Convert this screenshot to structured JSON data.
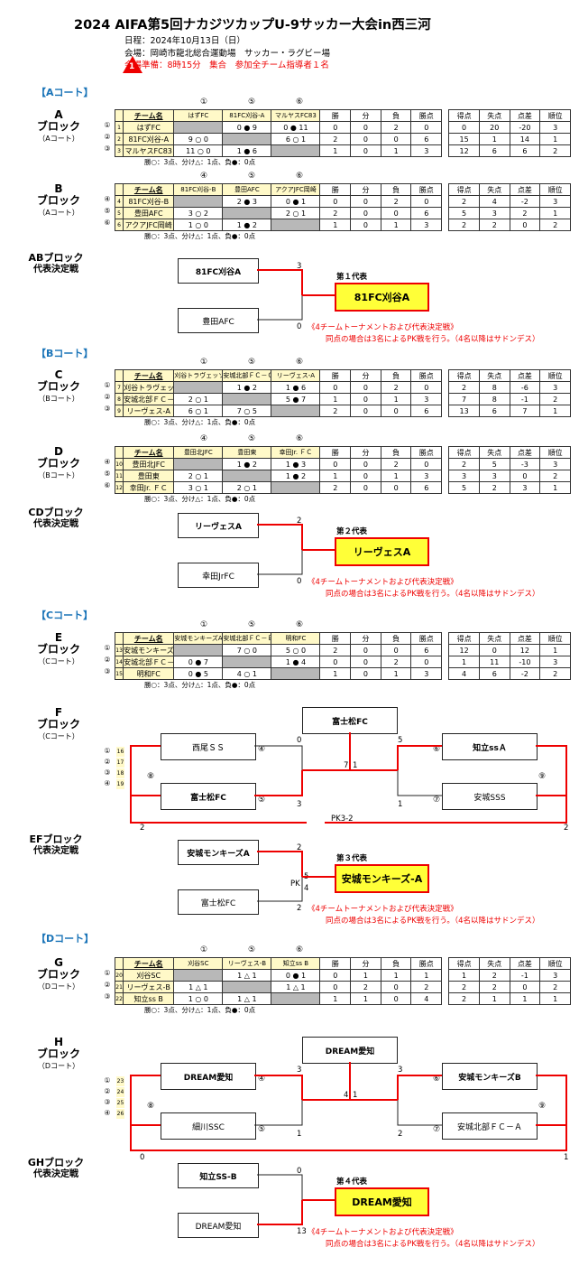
{
  "title": "2024 AIFA第5回ナカジツカップU-9サッカー大会in西三河",
  "info": {
    "date": "日程：2024年10月13日（日）",
    "venue": "会場：岡崎市龍北総合運動場　サッカー・ラグビー場",
    "assembly": "会場準備：8時15分　集合　参加全チーム指導者１名",
    "warn_num": "1"
  },
  "courts": {
    "a": "【Aコート】",
    "b": "【Bコート】",
    "c": "【Cコート】",
    "d": "【Dコート】"
  },
  "labels": {
    "block": "ブロック",
    "team_name": "チーム名",
    "win": "勝",
    "draw": "分",
    "loss": "負",
    "pts": "勝点",
    "gf": "得点",
    "ga": "失点",
    "gd": "点差",
    "rank": "順位",
    "rule": "勝○：3点、分け△：1点、負●：0点",
    "final": "代表決定戦",
    "pk_note": "《4チームトーナメントおよび代表決定戦》",
    "pk_rule": "同点の場合は3名によるPK戦を行う。（4名以降はサドンデス）",
    "pk": "PK",
    "pk32": "PK3-2"
  },
  "circ": [
    "①",
    "②",
    "③",
    "④",
    "⑤",
    "⑥",
    "⑦",
    "⑧",
    "⑨"
  ],
  "blocks": {
    "A": {
      "letter": "A",
      "court": "（Aコート）",
      "hdr": [
        "はずFC",
        "81FC刈谷-A",
        "マルヤスFC83"
      ],
      "rows": [
        {
          "c": "①",
          "n": "1",
          "team": "はずFC",
          "m": [
            "",
            "0 ● 9",
            "0 ● 11"
          ],
          "s": [
            "0",
            "0",
            "2",
            "0",
            "0",
            "20",
            "-20",
            "3"
          ]
        },
        {
          "c": "②",
          "n": "2",
          "team": "81FC刈谷-A",
          "m": [
            "9 ○ 0",
            "",
            "6 ○ 1"
          ],
          "s": [
            "2",
            "0",
            "0",
            "6",
            "15",
            "1",
            "14",
            "1"
          ]
        },
        {
          "c": "③",
          "n": "3",
          "team": "マルヤスFC83",
          "m": [
            "11 ○ 0",
            "1 ● 6",
            ""
          ],
          "s": [
            "1",
            "0",
            "1",
            "3",
            "12",
            "6",
            "6",
            "2"
          ]
        }
      ]
    },
    "B": {
      "letter": "B",
      "court": "（Aコート）",
      "hdr": [
        "81FC刈谷-B",
        "豊田AFC",
        "アクアJFC岡崎"
      ],
      "rows": [
        {
          "c": "④",
          "n": "4",
          "team": "81FC刈谷-B",
          "m": [
            "",
            "2 ● 3",
            "0 ● 1"
          ],
          "s": [
            "0",
            "0",
            "2",
            "0",
            "2",
            "4",
            "-2",
            "3"
          ]
        },
        {
          "c": "⑤",
          "n": "5",
          "team": "豊田AFC",
          "m": [
            "3 ○ 2",
            "",
            "2 ○ 1"
          ],
          "s": [
            "2",
            "0",
            "0",
            "6",
            "5",
            "3",
            "2",
            "1"
          ]
        },
        {
          "c": "⑥",
          "n": "6",
          "team": "アクアJFC岡崎",
          "m": [
            "1 ○ 0",
            "1 ● 2",
            ""
          ],
          "s": [
            "1",
            "0",
            "1",
            "3",
            "2",
            "2",
            "0",
            "2"
          ]
        }
      ]
    },
    "C": {
      "letter": "C",
      "court": "（Bコート）",
      "hdr": [
        "刈谷トラヴェッソ",
        "安城北部ＦＣ－Ｃ",
        "リーヴェス-A"
      ],
      "rows": [
        {
          "c": "①",
          "n": "7",
          "team": "刈谷トラヴェッソ",
          "m": [
            "",
            "1 ● 2",
            "1 ● 6"
          ],
          "s": [
            "0",
            "0",
            "2",
            "0",
            "2",
            "8",
            "-6",
            "3"
          ]
        },
        {
          "c": "②",
          "n": "8",
          "team": "安城北部ＦＣ－Ｃ",
          "m": [
            "2 ○ 1",
            "",
            "5 ● 7"
          ],
          "s": [
            "1",
            "0",
            "1",
            "3",
            "7",
            "8",
            "-1",
            "2"
          ]
        },
        {
          "c": "③",
          "n": "9",
          "team": "リーヴェス-A",
          "m": [
            "6 ○ 1",
            "7 ○ 5",
            ""
          ],
          "s": [
            "2",
            "0",
            "0",
            "6",
            "13",
            "6",
            "7",
            "1"
          ]
        }
      ]
    },
    "D": {
      "letter": "D",
      "court": "（Bコート）",
      "hdr": [
        "豊田北JFC",
        "豊田東",
        "幸田Jr. ＦＣ"
      ],
      "rows": [
        {
          "c": "④",
          "n": "10",
          "team": "豊田北JFC",
          "m": [
            "",
            "1 ● 2",
            "1 ● 3"
          ],
          "s": [
            "0",
            "0",
            "2",
            "0",
            "2",
            "5",
            "-3",
            "3"
          ]
        },
        {
          "c": "⑤",
          "n": "11",
          "team": "豊田東",
          "m": [
            "2 ○ 1",
            "",
            "1 ● 2"
          ],
          "s": [
            "1",
            "0",
            "1",
            "3",
            "3",
            "3",
            "0",
            "2"
          ]
        },
        {
          "c": "⑥",
          "n": "12",
          "team": "幸田Jr. ＦＣ",
          "m": [
            "3 ○ 1",
            "2 ○ 1",
            ""
          ],
          "s": [
            "2",
            "0",
            "0",
            "6",
            "5",
            "2",
            "3",
            "1"
          ]
        }
      ]
    },
    "E": {
      "letter": "E",
      "court": "（Cコート）",
      "hdr": [
        "安城モンキーズA",
        "安城北部ＦＣ－Ｂ",
        "明和FC"
      ],
      "rows": [
        {
          "c": "①",
          "n": "13",
          "team": "安城モンキーズA",
          "m": [
            "",
            "7 ○ 0",
            "5 ○ 0"
          ],
          "s": [
            "2",
            "0",
            "0",
            "6",
            "12",
            "0",
            "12",
            "1"
          ]
        },
        {
          "c": "②",
          "n": "14",
          "team": "安城北部ＦＣ－Ｂ",
          "m": [
            "0 ● 7",
            "",
            "1 ● 4"
          ],
          "s": [
            "0",
            "0",
            "2",
            "0",
            "1",
            "11",
            "-10",
            "3"
          ]
        },
        {
          "c": "③",
          "n": "15",
          "team": "明和FC",
          "m": [
            "0 ● 5",
            "4 ○ 1",
            ""
          ],
          "s": [
            "1",
            "0",
            "1",
            "3",
            "4",
            "6",
            "-2",
            "2"
          ]
        }
      ]
    },
    "G": {
      "letter": "G",
      "court": "（Dコート）",
      "hdr": [
        "刈谷SC",
        "リーヴェス-B",
        "知立ss B"
      ],
      "rows": [
        {
          "c": "①",
          "n": "20",
          "team": "刈谷SC",
          "m": [
            "",
            "1 △ 1",
            "0 ● 1"
          ],
          "s": [
            "0",
            "1",
            "1",
            "1",
            "1",
            "2",
            "-1",
            "3"
          ]
        },
        {
          "c": "②",
          "n": "21",
          "team": "リーヴェス-B",
          "m": [
            "1 △ 1",
            "",
            "1 △ 1"
          ],
          "s": [
            "0",
            "2",
            "0",
            "2",
            "2",
            "2",
            "0",
            "2"
          ]
        },
        {
          "c": "③",
          "n": "22",
          "team": "知立ss B",
          "m": [
            "1 ○ 0",
            "1 △ 1",
            ""
          ],
          "s": [
            "1",
            "1",
            "0",
            "4",
            "2",
            "1",
            "1",
            "1"
          ]
        }
      ]
    }
  },
  "finals": {
    "AB": {
      "name": "ABブロック",
      "top": "81FC刈谷A",
      "bot": "豊田AFC",
      "st": "3",
      "sb": "0",
      "rep": "第１代表",
      "win": "81FC刈谷A"
    },
    "CD": {
      "name": "CDブロック",
      "top": "リーヴェスA",
      "bot": "幸田JrFC",
      "st": "2",
      "sb": "0",
      "rep": "第２代表",
      "win": "リーヴェスA"
    },
    "EF": {
      "name": "EFブロック",
      "top": "安城モンキーズA",
      "bot": "富士松FC",
      "st": "2",
      "sb": "2",
      "pkt": "5",
      "pkb": "4",
      "rep": "第３代表",
      "win": "安城モンキーズ-A"
    },
    "GH": {
      "name": "GHブロック",
      "top": "知立SS-B",
      "bot": "DREAM愛知",
      "st": "0",
      "sb": "13",
      "rep": "第４代表",
      "win": "DREAM愛知"
    }
  },
  "F": {
    "letter": "F",
    "court": "（Cコート）",
    "nums": [
      "16",
      "17",
      "18",
      "19"
    ],
    "champ": "富士松FC",
    "l1": "西尾ＳＳ",
    "l2": "富士松FC",
    "r1": "知立ssＡ",
    "r2": "安城SSS",
    "sl1": "0",
    "sl2": "3",
    "sr1": "5",
    "sr2": "1",
    "fl": "7",
    "fr": "1",
    "tl": "2",
    "tr": "2"
  },
  "H": {
    "letter": "H",
    "court": "（Dコート）",
    "nums": [
      "23",
      "24",
      "25",
      "26"
    ],
    "champ": "DREAM愛知",
    "l1": "DREAM愛知",
    "l2": "細川SSC",
    "r1": "安城モンキーズB",
    "r2": "安城北部ＦＣ－Ａ",
    "sl1": "3",
    "sl2": "1",
    "sr1": "3",
    "sr2": "2",
    "fl": "4",
    "fr": "1",
    "tl": "0",
    "tr": "1"
  }
}
